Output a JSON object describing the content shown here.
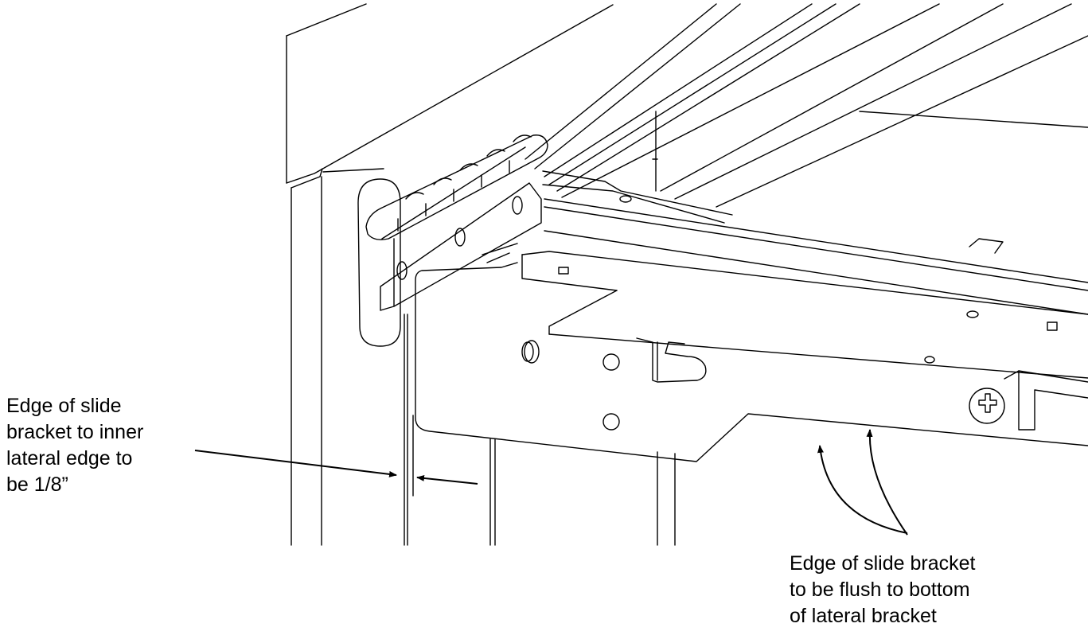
{
  "callouts": {
    "left": {
      "lines": [
        "Edge of slide",
        "bracket to inner",
        "lateral edge to",
        "be 1/8”"
      ]
    },
    "right": {
      "lines": [
        "Edge of slide bracket",
        "to be flush to bottom",
        "of lateral bracket"
      ]
    }
  },
  "colors": {
    "line": "#000000",
    "background": "#ffffff"
  }
}
